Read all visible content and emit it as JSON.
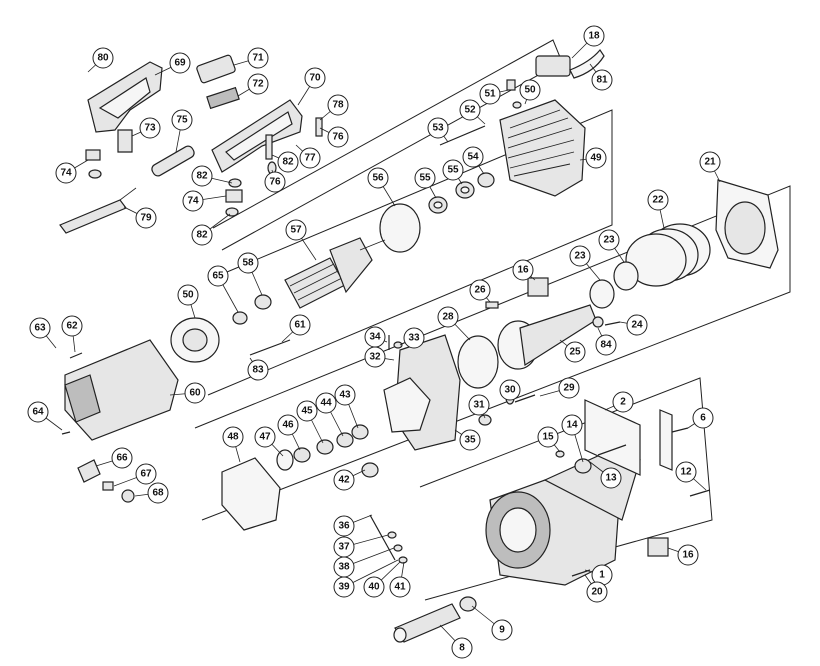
{
  "callouts": [
    "1",
    "2",
    "6",
    "8",
    "9",
    "12",
    "13",
    "14",
    "15",
    "16",
    "16",
    "18",
    "20",
    "21",
    "22",
    "23",
    "23",
    "24",
    "25",
    "26",
    "28",
    "29",
    "30",
    "31",
    "32",
    "33",
    "34",
    "35",
    "36",
    "37",
    "38",
    "39",
    "40",
    "41",
    "42",
    "43",
    "44",
    "45",
    "46",
    "47",
    "48",
    "49",
    "50",
    "50",
    "51",
    "52",
    "53",
    "54",
    "55",
    "55",
    "56",
    "57",
    "58",
    "60",
    "61",
    "62",
    "63",
    "64",
    "65",
    "66",
    "67",
    "68",
    "69",
    "70",
    "71",
    "72",
    "73",
    "74",
    "74",
    "75",
    "76",
    "76",
    "77",
    "78",
    "79",
    "80",
    "81",
    "82",
    "82",
    "82",
    "83",
    "84"
  ]
}
